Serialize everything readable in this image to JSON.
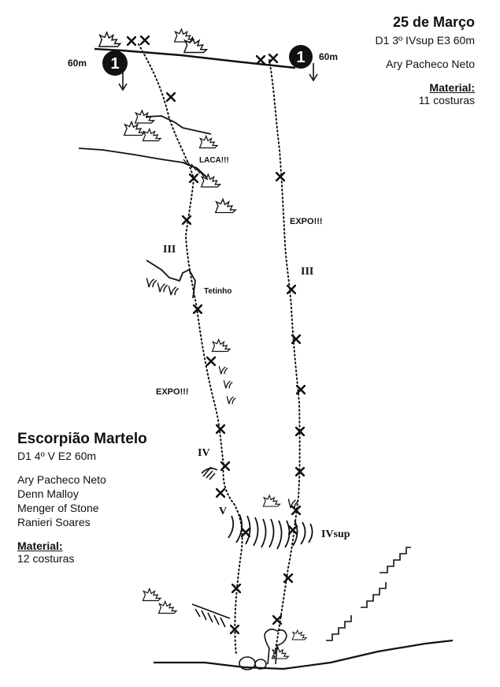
{
  "route_right": {
    "name": "25 de Março",
    "grade": "D1 3º IVsup E3 60m",
    "authors": [
      "Ary Pacheco Neto"
    ],
    "material_label": "Material:",
    "material_value": "11 costuras"
  },
  "route_left": {
    "name": "Escorpião Martelo",
    "grade": "D1 4º V E2 60m",
    "authors": [
      "Ary Pacheco Neto",
      "Denn Malloy",
      "Menger of Stone",
      "Ranieri Soares"
    ],
    "material_label": "Material:",
    "material_value": "12 costuras"
  },
  "anchors": {
    "left": {
      "number": "1",
      "rappel": "60m"
    },
    "right": {
      "number": "1",
      "rappel": "60m"
    }
  },
  "annotations": {
    "laca": "LACA!!!",
    "expo_right": "EXPO!!!",
    "expo_left": "EXPO!!!",
    "grade_iii_left": "III",
    "grade_iii_right": "III",
    "tetinho": "Tetinho",
    "grade_iv": "IV",
    "grade_v": "V",
    "grade_ivsup": "IVsup"
  },
  "colors": {
    "ink": "#111111",
    "background": "#ffffff"
  }
}
